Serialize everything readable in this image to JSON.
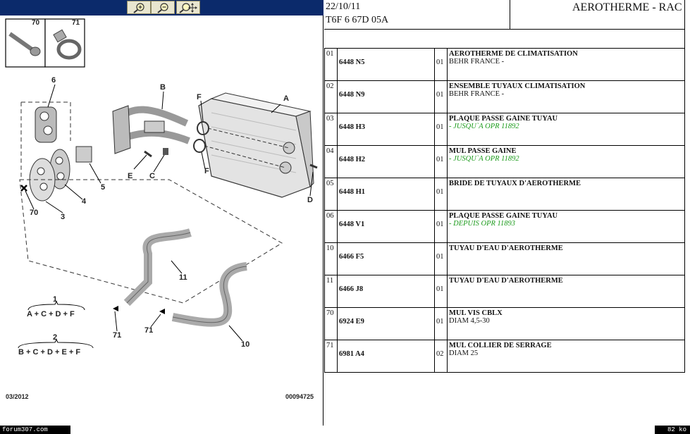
{
  "toolbar": {
    "zoom_in": "zoom-in-icon",
    "zoom_out": "zoom-out-icon",
    "zoom_pan": "zoom-pan-icon"
  },
  "header": {
    "date": "22/10/11",
    "code": "T6F 6 67D 05A",
    "title": "AEROTHERME - RAC"
  },
  "diagram": {
    "inset_labels": [
      "70",
      "71"
    ],
    "callouts": [
      "A",
      "B",
      "C",
      "D",
      "E",
      "F",
      "F",
      "3",
      "4",
      "5",
      "6",
      "70",
      "10",
      "11",
      "71",
      "71"
    ],
    "formula1_num": "1",
    "formula1": "A + C + D + F",
    "formula2_num": "2",
    "formula2": "B + C + D + E + F",
    "date": "03/2012",
    "ref": "00094725"
  },
  "rows": [
    {
      "num": "01",
      "ref": "6448 N5",
      "qty": "01",
      "name": "AEROTHERME DE CLIMATISATION",
      "sub": "BEHR FRANCE -",
      "green": false
    },
    {
      "num": "02",
      "ref": "6448 N9",
      "qty": "01",
      "name": "ENSEMBLE TUYAUX CLIMATISATION",
      "sub": "BEHR FRANCE -",
      "green": false
    },
    {
      "num": "03",
      "ref": "6448 H3",
      "qty": "01",
      "name": "PLAQUE PASSE GAINE TUYAU",
      "sub": "- JUSQU`A OPR 11892",
      "green": true
    },
    {
      "num": "04",
      "ref": "6448 H2",
      "qty": "01",
      "name": "MUL PASSE GAINE",
      "sub": "- JUSQU`A OPR 11892",
      "green": true
    },
    {
      "num": "05",
      "ref": "6448 H1",
      "qty": "01",
      "name": "BRIDE DE TUYAUX D'AEROTHERME",
      "sub": "",
      "green": false
    },
    {
      "num": "06",
      "ref": "6448 V1",
      "qty": "01",
      "name": "PLAQUE PASSE GAINE TUYAU",
      "sub": "- DEPUIS OPR 11893",
      "green": true
    },
    {
      "num": "10",
      "ref": "6466 F5",
      "qty": "01",
      "name": "TUYAU D'EAU D'AEROTHERME",
      "sub": "",
      "green": false
    },
    {
      "num": "11",
      "ref": "6466 J8",
      "qty": "01",
      "name": "TUYAU D'EAU D'AEROTHERME",
      "sub": "",
      "green": false
    },
    {
      "num": "70",
      "ref": "6924 E9",
      "qty": "01",
      "name": "MUL VIS CBLX",
      "sub": "DIAM 4,5-30",
      "green": false
    },
    {
      "num": "71",
      "ref": "6981 A4",
      "qty": "02",
      "name": "MUL COLLIER DE SERRAGE",
      "sub": "DIAM 25",
      "green": false
    }
  ],
  "status": {
    "left": "forum307.com",
    "right": "82 ko"
  },
  "colors": {
    "toolbar": "#0b2a6b",
    "green_text": "#1a9a1a",
    "button": "#e9e6cf"
  }
}
